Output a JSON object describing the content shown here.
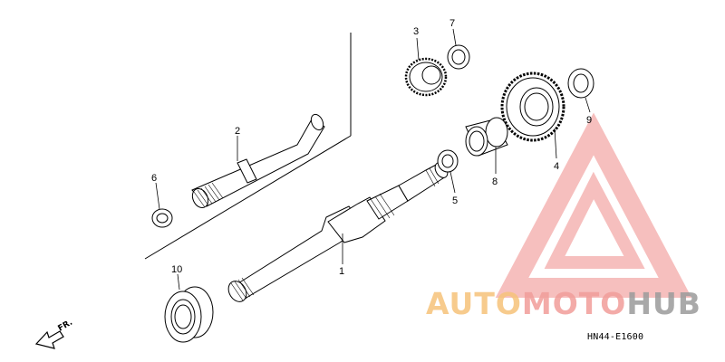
{
  "diagram": {
    "reference_code": "HN44-E1600",
    "direction_label": "FR.",
    "parts": [
      {
        "number": "1"
      },
      {
        "number": "2"
      },
      {
        "number": "3"
      },
      {
        "number": "4"
      },
      {
        "number": "5"
      },
      {
        "number": "6"
      },
      {
        "number": "7"
      },
      {
        "number": "8"
      },
      {
        "number": "9"
      },
      {
        "number": "10"
      }
    ]
  },
  "watermark": {
    "words": [
      "AUTO",
      "MOTO",
      "HUB"
    ],
    "colors": {
      "triangle": "#f08c8a",
      "auto": "#f6c37a",
      "moto": "#f19d9a",
      "hub": "#9b9b9b"
    }
  }
}
